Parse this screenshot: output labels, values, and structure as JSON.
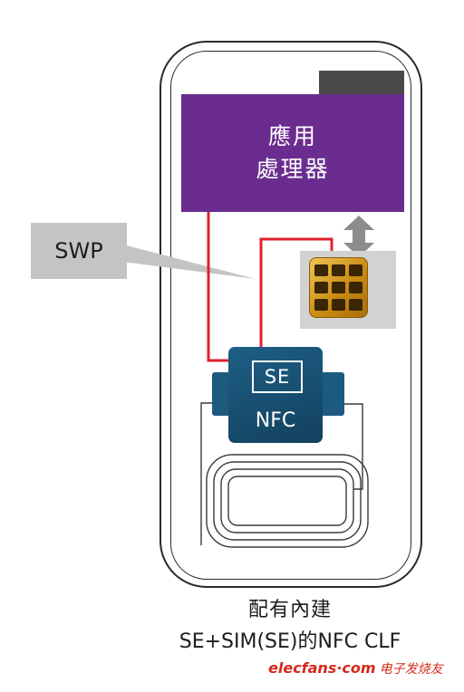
{
  "processor": {
    "line1": "應用",
    "line2": "處理器"
  },
  "swp_label": "SWP",
  "se_label": "SE",
  "nfc_label": "NFC",
  "caption": {
    "line1": "配有內建",
    "line2": "SE+SIM(SE)的NFC CLF"
  },
  "watermark": {
    "site": "elecfans·com",
    "cn": "电子发烧友"
  },
  "colors": {
    "processor": "#6a2c8e",
    "swp_wire": "#e0202c",
    "nfc_chip": "#1a4f73",
    "sim_card": "#d2d2d2",
    "chip_gold": "#d9a22a",
    "arrow": "#8c8c8c"
  }
}
